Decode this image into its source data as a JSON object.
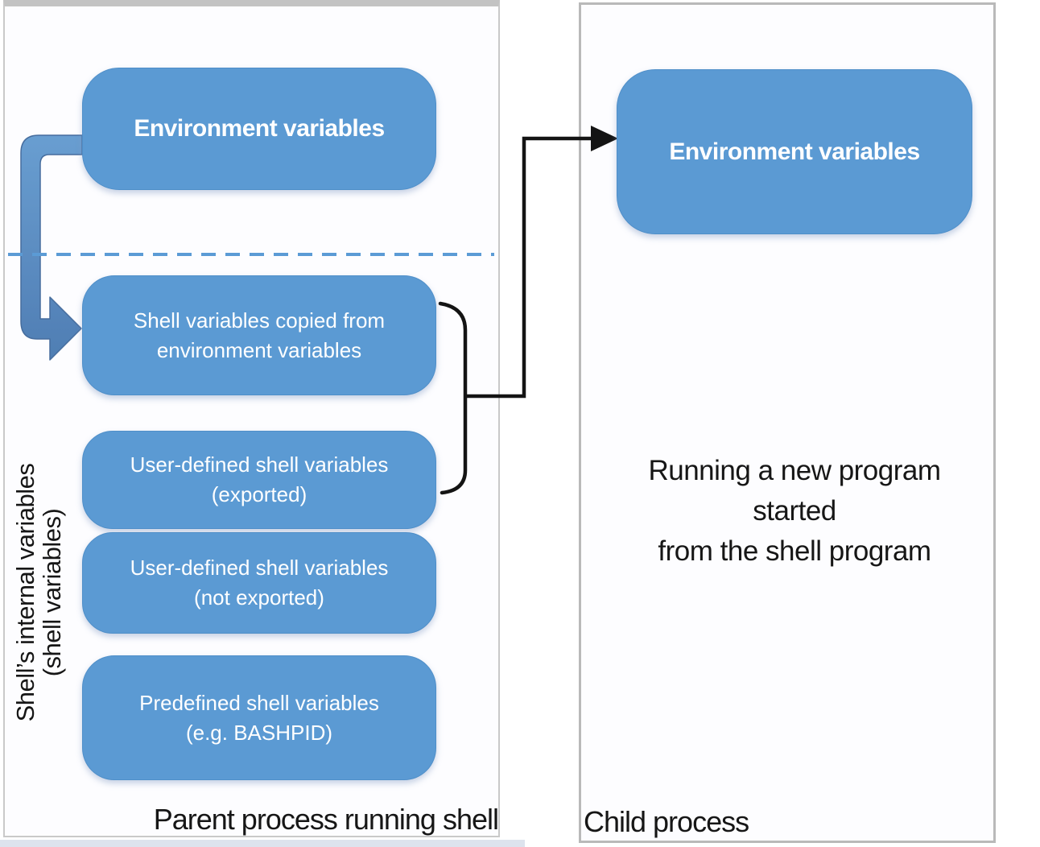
{
  "diagram": {
    "title_context": "Shell variables in parent and child processes",
    "parent_panel": {
      "caption": "Parent process running shell",
      "side_label": "Shell’s internal variables\n(shell variables)",
      "box_environment": "Environment variables",
      "box_shell_copied": "Shell variables copied from\nenvironment variables",
      "box_user_exported": "User-defined shell variables\n(exported)",
      "box_user_not_exported": "User-defined shell variables\n(not exported)",
      "box_predefined": "Predefined shell variables\n(e.g. BASHPID)"
    },
    "child_panel": {
      "caption": "Child process",
      "box_environment": "Environment variables",
      "note": "Running a new program\nstarted\nfrom the shell program"
    },
    "connectors": {
      "copy_arrow": "thick blue elbow arrow from Environment variables down to Shell variables copied from environment variables",
      "dashed_separator": "blue dashed horizontal line between environment variables and shell variables",
      "export_bracket": "black bracket grouping the copied and exported shell variable boxes",
      "exec_arrow": "black arrow from bracket to child process Environment variables"
    },
    "colors": {
      "box_fill": "#5b9ad3",
      "box_text": "#ffffff",
      "copy_arrow_fill": "#5486c2",
      "dashed_line": "#5b9bd5",
      "connector_black": "#141414",
      "panel_border": "#c3c3c3",
      "panel_background": "#fdfdff"
    }
  }
}
